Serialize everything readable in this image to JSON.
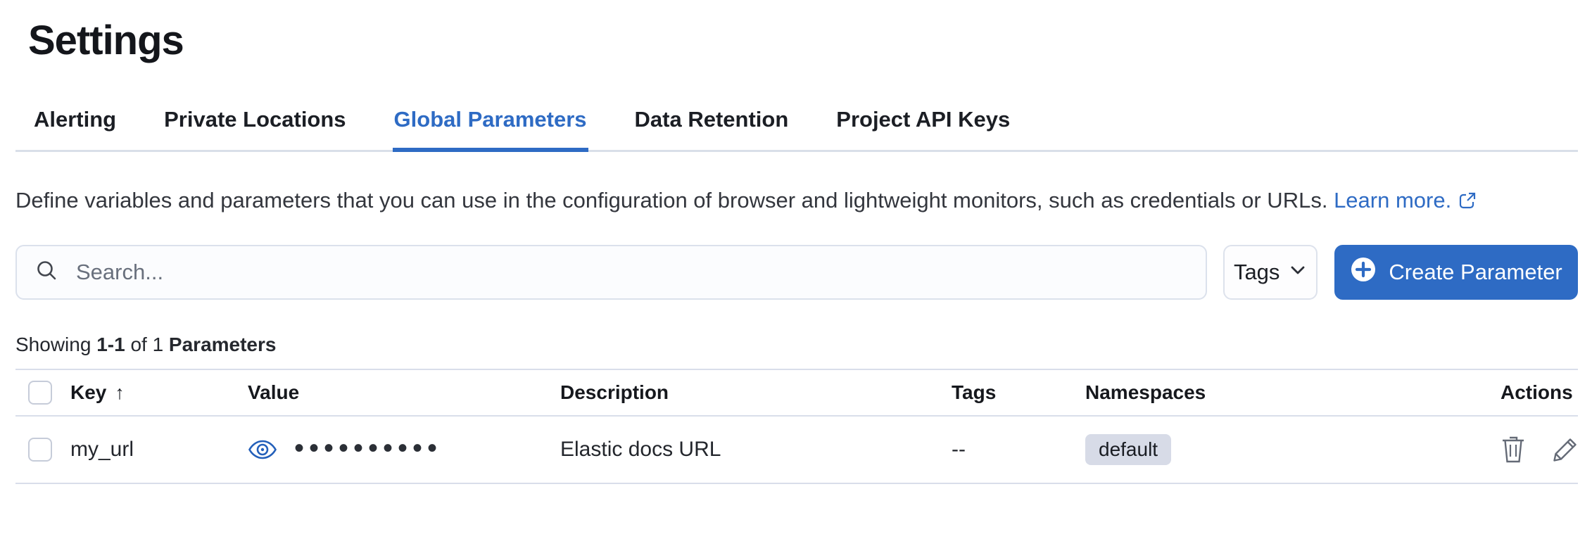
{
  "page": {
    "title": "Settings"
  },
  "tabs": [
    {
      "label": "Alerting",
      "active": false
    },
    {
      "label": "Private Locations",
      "active": false
    },
    {
      "label": "Global Parameters",
      "active": true
    },
    {
      "label": "Data Retention",
      "active": false
    },
    {
      "label": "Project API Keys",
      "active": false
    }
  ],
  "description": {
    "text": "Define variables and parameters that you can use in the configuration of browser and lightweight monitors, such as credentials or URLs.",
    "link_label": "Learn more."
  },
  "toolbar": {
    "search_placeholder": "Search...",
    "tags_button_label": "Tags",
    "create_button_label": "Create Parameter"
  },
  "summary": {
    "prefix": "Showing",
    "range": "1-1",
    "of_text": "of 1",
    "entity": "Parameters"
  },
  "table": {
    "headers": {
      "key": "Key",
      "value": "Value",
      "description": "Description",
      "tags": "Tags",
      "namespaces": "Namespaces",
      "actions": "Actions"
    },
    "sort": {
      "column": "Key",
      "direction": "ascending",
      "arrow": "↑"
    },
    "rows": [
      {
        "key": "my_url",
        "value_masked": "••••••••••",
        "description": "Elastic docs URL",
        "tags": "--",
        "namespace": "default"
      }
    ]
  },
  "colors": {
    "accent_blue": "#2e6bc4",
    "text_primary": "#1b1e24",
    "divider": "#d9deea",
    "badge_bg": "#d7dbe7",
    "icon_gray": "#646a76"
  }
}
